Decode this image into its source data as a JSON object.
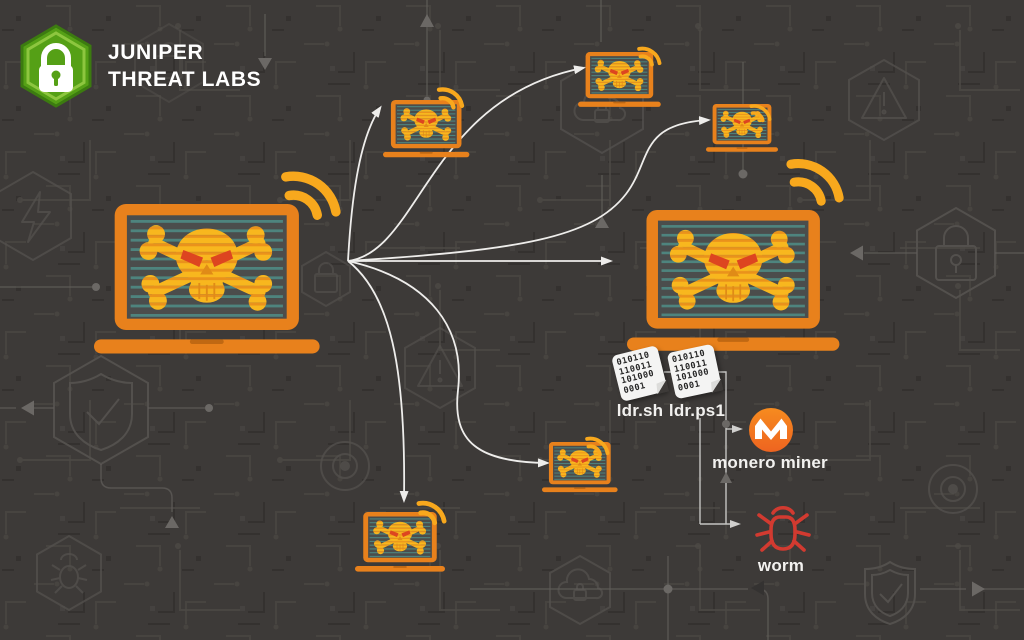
{
  "logo": {
    "title_line1": "JUNIPER",
    "title_line2": "THREAT LABS"
  },
  "files": {
    "binary_lines": [
      "010110",
      "110011",
      "101000",
      "0001"
    ],
    "file1_label": "ldr.sh",
    "file2_label": "ldr.ps1"
  },
  "outputs": {
    "miner_label": "monero miner",
    "worm_label": "worm"
  },
  "diagram": {
    "nodes": [
      "attacker-laptop",
      "victim-laptop-top-left",
      "victim-laptop-top",
      "victim-laptop-right",
      "infected-laptop-right",
      "victim-laptop-bottom-middle",
      "victim-laptop-bottom",
      "file-ldr.sh",
      "file-ldr.ps1",
      "monero-miner",
      "worm"
    ],
    "edges": [
      [
        "attacker-laptop",
        "victim-laptop-top-left"
      ],
      [
        "attacker-laptop",
        "victim-laptop-top"
      ],
      [
        "attacker-laptop",
        "victim-laptop-right"
      ],
      [
        "attacker-laptop",
        "infected-laptop-right"
      ],
      [
        "attacker-laptop",
        "victim-laptop-bottom-middle"
      ],
      [
        "attacker-laptop",
        "victim-laptop-bottom"
      ],
      [
        "file-ldr.sh",
        "monero-miner"
      ],
      [
        "file-ldr.ps1",
        "worm"
      ]
    ]
  },
  "colors": {
    "background": "#3d3a38",
    "laptop_orange": "#e8811c",
    "skull_yellow": "#f8b71e",
    "skull_stripe": "#ea921b",
    "screen_teal": "#4f8e87",
    "eyes_red": "#dd4520",
    "wifi_yellow": "#f8a81d",
    "monero_orange": "#f26f21",
    "worm_red": "#d23a30",
    "logo_green": "#55a016",
    "arrow_white": "#eeedeb"
  },
  "icons": [
    "lock-hexagon-logo-icon",
    "wifi-icon",
    "skull-crossbones-icon",
    "binary-file-icon",
    "monero-icon",
    "worm-bug-icon",
    "bg-lock-icon",
    "bg-shield-check-icon",
    "bg-warning-icon",
    "bg-eye-icon",
    "bg-bug-icon",
    "bg-cloud-lock-icon",
    "bg-lightning-icon"
  ]
}
